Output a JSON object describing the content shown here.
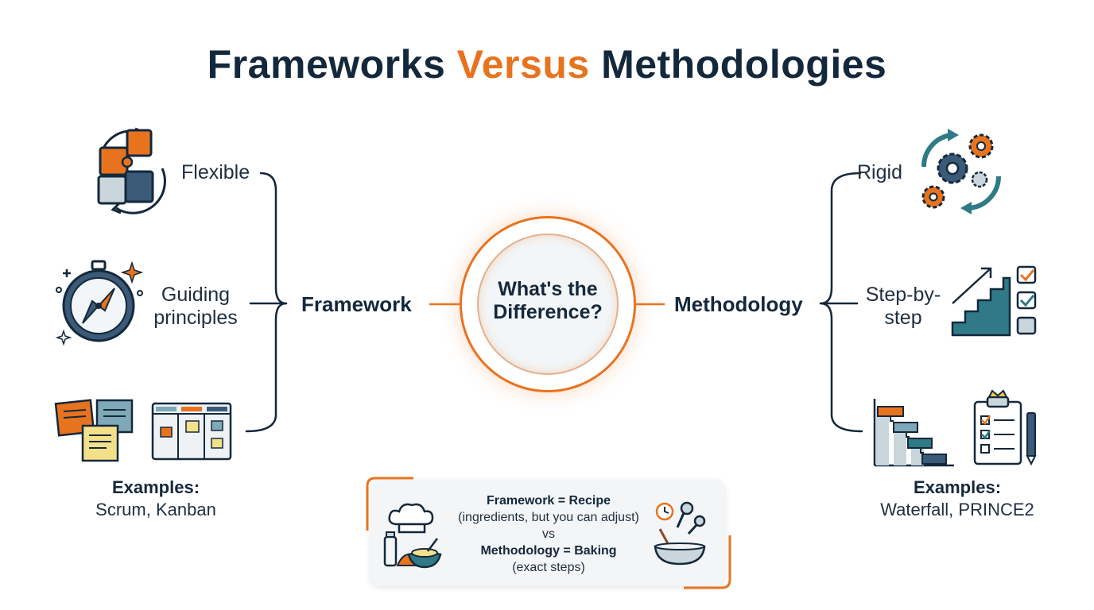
{
  "title": {
    "part1": "Frameworks ",
    "accent": "Versus",
    "part2": " Methodologies"
  },
  "center": {
    "line1": "What's the",
    "line2": "Difference?"
  },
  "framework": {
    "label": "Framework",
    "traits": [
      {
        "line1": "Flexible",
        "line2": "",
        "icon": "puzzle-cycle-icon"
      },
      {
        "line1": "Guiding",
        "line2": "principles",
        "icon": "compass-icon"
      }
    ],
    "examples_label": "Examples:",
    "examples_value": "Scrum, Kanban"
  },
  "methodology": {
    "label": "Methodology",
    "traits": [
      {
        "line1": "Rigid",
        "line2": "",
        "icon": "gears-cycle-icon"
      },
      {
        "line1": "Step-by-",
        "line2": "step",
        "icon": "staircase-checklist-icon"
      }
    ],
    "examples_label": "Examples:",
    "examples_value": "Waterfall, PRINCE2"
  },
  "analogy": {
    "line1": "Framework = Recipe",
    "line2": "(ingredients, but you can adjust)",
    "line3": "vs",
    "line4": "Methodology = Baking",
    "line5": "(exact steps)"
  },
  "colors": {
    "navy": "#14283c",
    "orange": "#e8731f",
    "teal": "#2f7a86",
    "slate": "#3a5a78",
    "yellow": "#f5e08a",
    "light": "#c9d6dc"
  }
}
